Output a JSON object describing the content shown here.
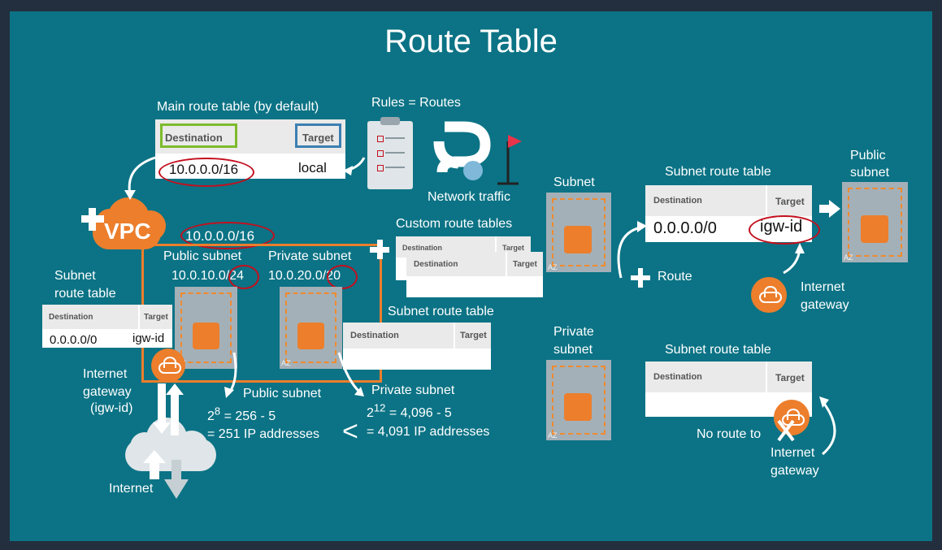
{
  "title": "Route Table",
  "main_table": {
    "caption": "Main route table (by default)",
    "dest_header": "Destination",
    "target_header": "Target",
    "dest": "10.0.0.0/16",
    "target": "local"
  },
  "rules_routes": "Rules = Routes",
  "network_traffic": "Network traffic",
  "vpc": {
    "label": "VPC",
    "cidr": "10.0.0.0/16"
  },
  "public_subnet": {
    "label": "Public subnet",
    "cidr": "10.0.10.0/24",
    "calc_label": "Public subnet",
    "calc_base": "2",
    "calc_exp": "8",
    "calc_rest": " = 256 - 5",
    "calc_result": "= 251 IP addresses"
  },
  "private_subnet": {
    "label": "Private subnet",
    "cidr": "10.0.20.0/20",
    "calc_label": "Private subnet",
    "calc_base": "2",
    "calc_exp": "12",
    "calc_rest": " = 4,096 - 5",
    "calc_result": "= 4,091 IP addresses"
  },
  "less_than": "<",
  "left_subnet_rt": {
    "caption_line1": "Subnet",
    "caption_line2": "route table",
    "dest_header": "Destination",
    "target_header": "Target",
    "dest": "0.0.0.0/0",
    "target": "igw-id"
  },
  "left_igw": {
    "line1": "Internet",
    "line2": "gateway",
    "line3": "(igw-id)"
  },
  "internet": "Internet",
  "custom_rt": {
    "caption": "Custom route tables",
    "dest_header": "Destination",
    "target_header": "Target"
  },
  "mid_subnet_rt": {
    "caption": "Subnet route table",
    "dest_header": "Destination",
    "target_header": "Target"
  },
  "subnet_label": "Subnet",
  "route_label": "Route",
  "right_rt_top": {
    "caption": "Subnet route table",
    "dest_header": "Destination",
    "target_header": "Target",
    "dest": "0.0.0.0/0",
    "target": "igw-id"
  },
  "public_subnet_right": {
    "line1": "Public",
    "line2": "subnet"
  },
  "right_igw": {
    "line1": "Internet",
    "line2": "gateway"
  },
  "private_subnet_right": {
    "line1": "Private",
    "line2": "subnet"
  },
  "right_rt_bottom": {
    "caption": "Subnet route table",
    "dest_header": "Destination",
    "target_header": "Target"
  },
  "no_route": {
    "text": "No route to",
    "line1": "Internet",
    "line2": "gateway"
  },
  "az": "AZ",
  "colors": {
    "background": "#0b7385",
    "frame": "#232f3e",
    "orange": "#ec7e2c",
    "red_circle": "#c40f1e",
    "dest_box": "#7dbb2c",
    "target_box": "#3c7fb1"
  }
}
